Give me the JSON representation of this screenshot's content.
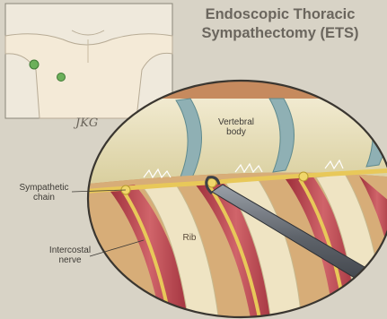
{
  "title_line1": "Endoscopic Thoracic",
  "title_line2": "Sympathectomy (ETS)",
  "labels": {
    "vertebral_body_1": "Vertebral",
    "vertebral_body_2": "body",
    "sympathetic_chain_1": "Sympathetic",
    "sympathetic_chain_2": "chain",
    "rib": "Rib",
    "intercostal_nerve_1": "Intercostal",
    "intercostal_nerve_2": "nerve"
  },
  "signature": "JKG",
  "colors": {
    "paper": "#d8d3c6",
    "bone": "#e9e1bb",
    "disc": "#8fb0b4",
    "muscle": "#b8424a",
    "nerve": "#e8c859",
    "incision": "#58a048",
    "instrument": "#7a7f86"
  }
}
